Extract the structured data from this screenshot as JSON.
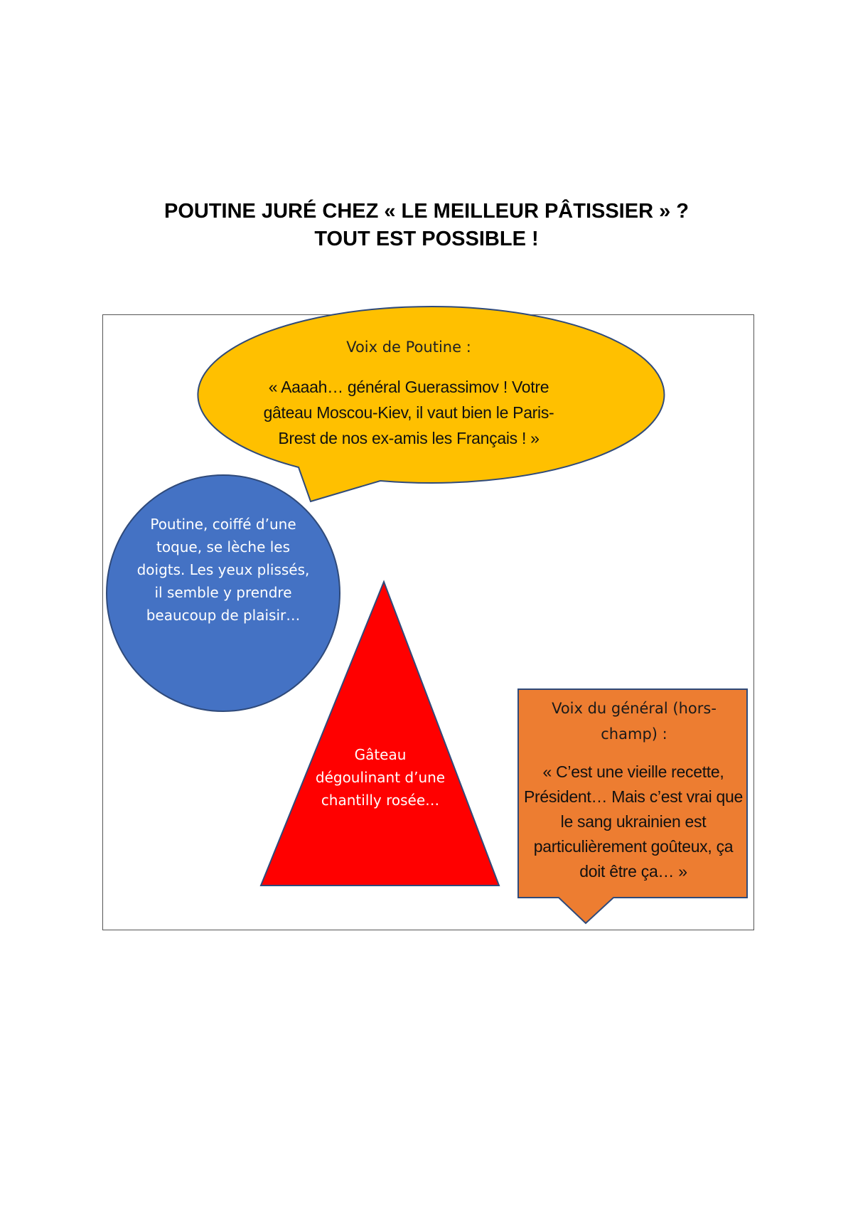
{
  "title": {
    "line1": "POUTINE JURÉ CHEZ « LE MEILLEUR PÂTISSIER » ?",
    "line2": "TOUT EST POSSIBLE !"
  },
  "speech_bubble": {
    "heading": "Voix de Poutine :",
    "text": "« Aaaah… général Guerassimov ! Votre gâteau Moscou-Kiev, il vaut bien le Paris-Brest de nos ex-amis les Français ! »",
    "color": "#FFC000"
  },
  "circle": {
    "text": "Poutine, coiffé d’une toque, se lèche les doigts. Les yeux plissés, il semble y prendre beaucoup de plaisir…",
    "color": "#4472C4"
  },
  "triangle": {
    "text": "Gâteau dégoulinant d’une chantilly rosée…",
    "color": "#FF0000"
  },
  "callout_box": {
    "heading": "Voix du général (hors-champ) :",
    "text": "« C’est une vieille recette, Président… Mais c’est vrai que le sang ukrainien est particulièrement goûteux, ça doit être ça… »",
    "color": "#ED7D31"
  }
}
